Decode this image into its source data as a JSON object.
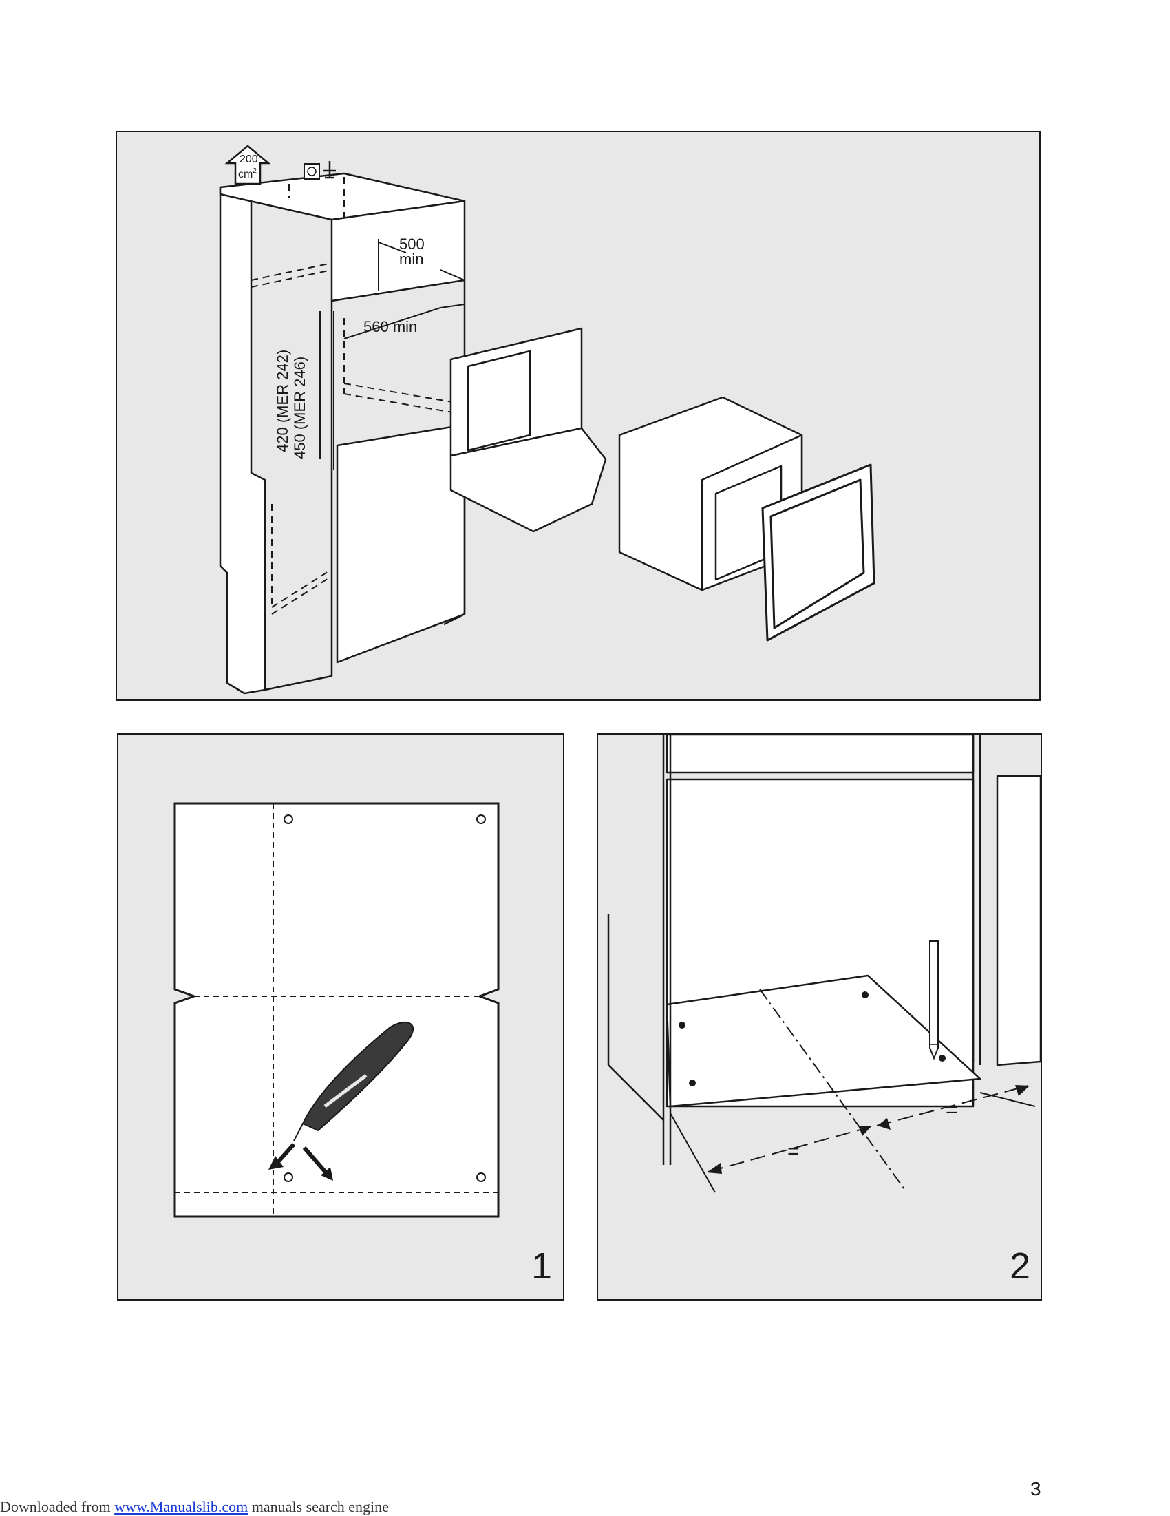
{
  "figures": {
    "top": {
      "vent_area": "200",
      "vent_unit": "cm",
      "vent_unit_sup": "2",
      "depth_value": "500",
      "depth_suffix": "min",
      "width_label": "560 min",
      "height_1": "420 (MER 242)",
      "height_2": "450 (MER 246)"
    },
    "fig1": {
      "number": "1"
    },
    "fig2": {
      "number": "2",
      "equal_mark": "="
    }
  },
  "page": {
    "number": "3"
  },
  "footer": {
    "prefix": "Downloaded from ",
    "link_text": "www.Manualslib.com",
    "suffix": " manuals search engine"
  }
}
